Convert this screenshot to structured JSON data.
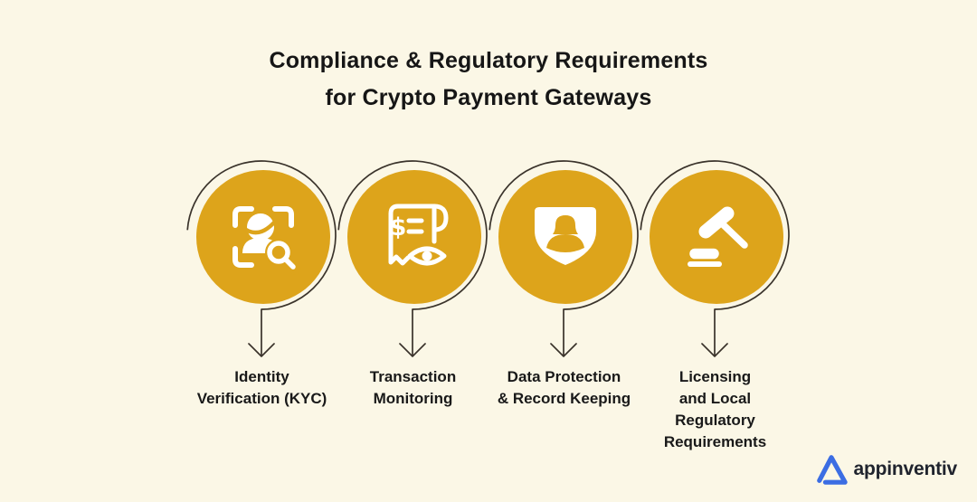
{
  "title": {
    "line1": "Compliance & Regulatory Requirements",
    "line2": "for Crypto Payment Gateways"
  },
  "steps": [
    {
      "icon": "identity-scan-icon",
      "label": "Identity Verification (KYC)",
      "label_lines": [
        "Identity",
        "Verification (KYC)"
      ]
    },
    {
      "icon": "receipt-monitoring-icon",
      "label": "Transaction Monitoring",
      "label_lines": [
        "Transaction",
        "Monitoring"
      ]
    },
    {
      "icon": "shield-user-icon",
      "label": "Data Protection & Record Keeping",
      "label_lines": [
        "Data Protection",
        "& Record Keeping"
      ]
    },
    {
      "icon": "gavel-icon",
      "label": "Licensing and Local Regulatory Requirements",
      "label_lines": [
        "Licensing",
        "and Local",
        "Regulatory",
        "Requirements"
      ]
    }
  ],
  "logo": {
    "text": "appinventiv"
  },
  "colors": {
    "background": "#FBF7E6",
    "accent_gold": "#DDA41B",
    "line_dark": "#3A332B",
    "text_dark": "#161616",
    "logo_blue": "#3B6DE3",
    "icon_white": "#FFFFFF"
  }
}
